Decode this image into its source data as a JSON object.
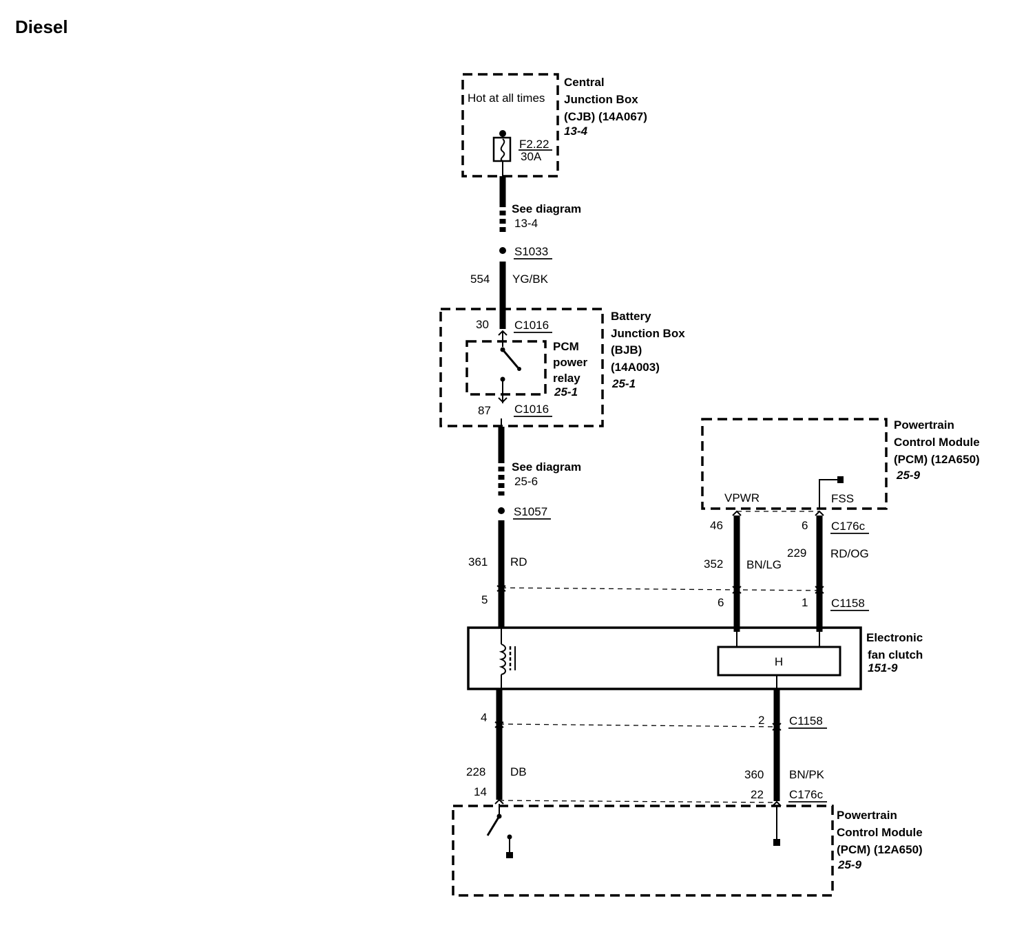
{
  "title": "Diesel",
  "cjb": {
    "name_lines": [
      "Central",
      "Junction Box",
      "(CJB) (14A067)"
    ],
    "ref": "13-4",
    "hot_label": "Hot at all times",
    "fuse_id": "F2.22",
    "fuse_rating": "30A"
  },
  "upper_wire": {
    "see_diagram": "See diagram",
    "see_ref": "13-4",
    "splice": "S1033",
    "circuit": "554",
    "color": "YG/BK"
  },
  "bjb": {
    "name_lines": [
      "Battery",
      "Junction Box",
      "(BJB)",
      "(14A003)"
    ],
    "ref": "25-1",
    "relay_lines": [
      "PCM",
      "power",
      "relay"
    ],
    "relay_ref": "25-1",
    "pin_in": "30",
    "pin_out": "87",
    "connector_top": "C1016",
    "connector_bottom": "C1016"
  },
  "middle_wire": {
    "see_diagram": "See diagram",
    "see_ref": "25-6",
    "splice": "S1057",
    "circuit": "361",
    "color": "RD",
    "c1158_pin": "5"
  },
  "pcm_top": {
    "name_lines": [
      "Powertrain",
      "Control Module",
      "(PCM) (12A650)"
    ],
    "ref": "25-9",
    "vpwr": "VPWR",
    "fss": "FSS",
    "connector": "C176c",
    "vpwr_pin": "46",
    "fss_pin": "6"
  },
  "right_wires": {
    "vpwr_circuit": "352",
    "vpwr_color": "BN/LG",
    "fss_circuit": "229",
    "fss_color": "RD/OG",
    "vpwr_c1158_pin": "6",
    "fss_c1158_pin": "1",
    "connector": "C1158"
  },
  "fan_clutch": {
    "name_lines": [
      "Electronic",
      "fan clutch"
    ],
    "ref": "151-9",
    "sensor_label": "H"
  },
  "lower_wires": {
    "left_c1158_pin": "4",
    "right_c1158_pin": "2",
    "connector": "C1158",
    "left_circuit": "228",
    "left_color": "DB",
    "right_circuit": "360",
    "right_color": "BN/PK",
    "left_pcm_pin": "14",
    "right_pcm_pin": "22",
    "pcm_connector": "C176c"
  },
  "pcm_bottom": {
    "name_lines": [
      "Powertrain",
      "Control Module",
      "(PCM) (12A650)"
    ],
    "ref": "25-9"
  }
}
